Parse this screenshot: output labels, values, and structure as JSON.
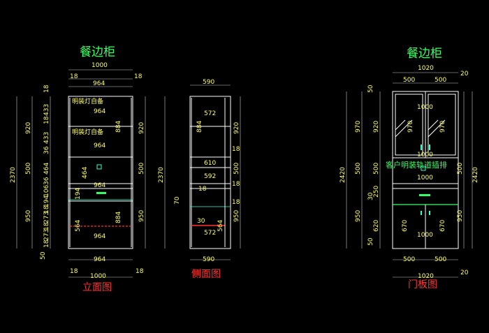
{
  "titles": {
    "front_top": "餐边柜",
    "door_top": "餐边柜"
  },
  "labels": {
    "front": "立面图",
    "side": "侧面图",
    "door": "门板图"
  },
  "notes": {
    "light_1": "明装灯自备",
    "light_2": "明装灯自备",
    "rail": "客户明装轨道插排"
  },
  "front": {
    "top_w": "1000",
    "top_l": "18",
    "top_r": "18",
    "inner_w": "964",
    "s1": "964",
    "s2": "964",
    "s3": "964",
    "bot_w": "964",
    "bot_l": "18",
    "bot_r": "18",
    "bot_total": "1000",
    "h_total": "2370",
    "h_total_r": "2370",
    "h_920": "920",
    "h_500": "500",
    "h_950": "950",
    "h_920r": "920",
    "h_500r": "500",
    "h_950r": "950",
    "s18a": "18",
    "s433a": "433",
    "s18b": "18",
    "s433b": "433",
    "s36": "36",
    "s464a": "464",
    "s36b": "36",
    "s106": "106",
    "s194a": "194",
    "s18c": "18",
    "s273a": "273",
    "s18d": "18",
    "s273b": "273",
    "s18e": "18",
    "s50": "50",
    "i884a": "884",
    "i464": "464",
    "i964": "964",
    "i194": "194",
    "i564": "564",
    "i884b": "884"
  },
  "side": {
    "top": "590",
    "bottom": "590",
    "d572a": "572",
    "d610": "610",
    "d592": "592",
    "d572b": "572",
    "d30": "30",
    "d884a": "884",
    "d564": "564",
    "d18a": "18",
    "d18b": "18",
    "d18c": "18",
    "d18d": "18",
    "d70": "70",
    "h920": "920",
    "h500": "500",
    "h950": "950"
  },
  "door": {
    "top_w": "1020",
    "top_r": "20",
    "top_500a": "500",
    "top_500b": "500",
    "bot_w": "1020",
    "bot_r": "20",
    "bot_500a": "500",
    "bot_500b": "500",
    "h_total": "2420",
    "h_total_r": "2420",
    "h970": "970",
    "h920": "920",
    "h500": "500",
    "h500r": "500",
    "h950": "950",
    "h950r": "950",
    "h620": "620",
    "h250": "250",
    "h30": "30",
    "h50a": "50",
    "h50b": "50",
    "g1000a": "1000",
    "g970a": "970",
    "g970b": "970",
    "g1000b": "1000",
    "d1000c": "1000",
    "d670a": "670",
    "d670b": "670",
    "d1000d": "1000"
  },
  "colors": {
    "title": "#33ff66",
    "label": "#ff3333",
    "dim": "#ffff66",
    "line": "#ffffff"
  }
}
